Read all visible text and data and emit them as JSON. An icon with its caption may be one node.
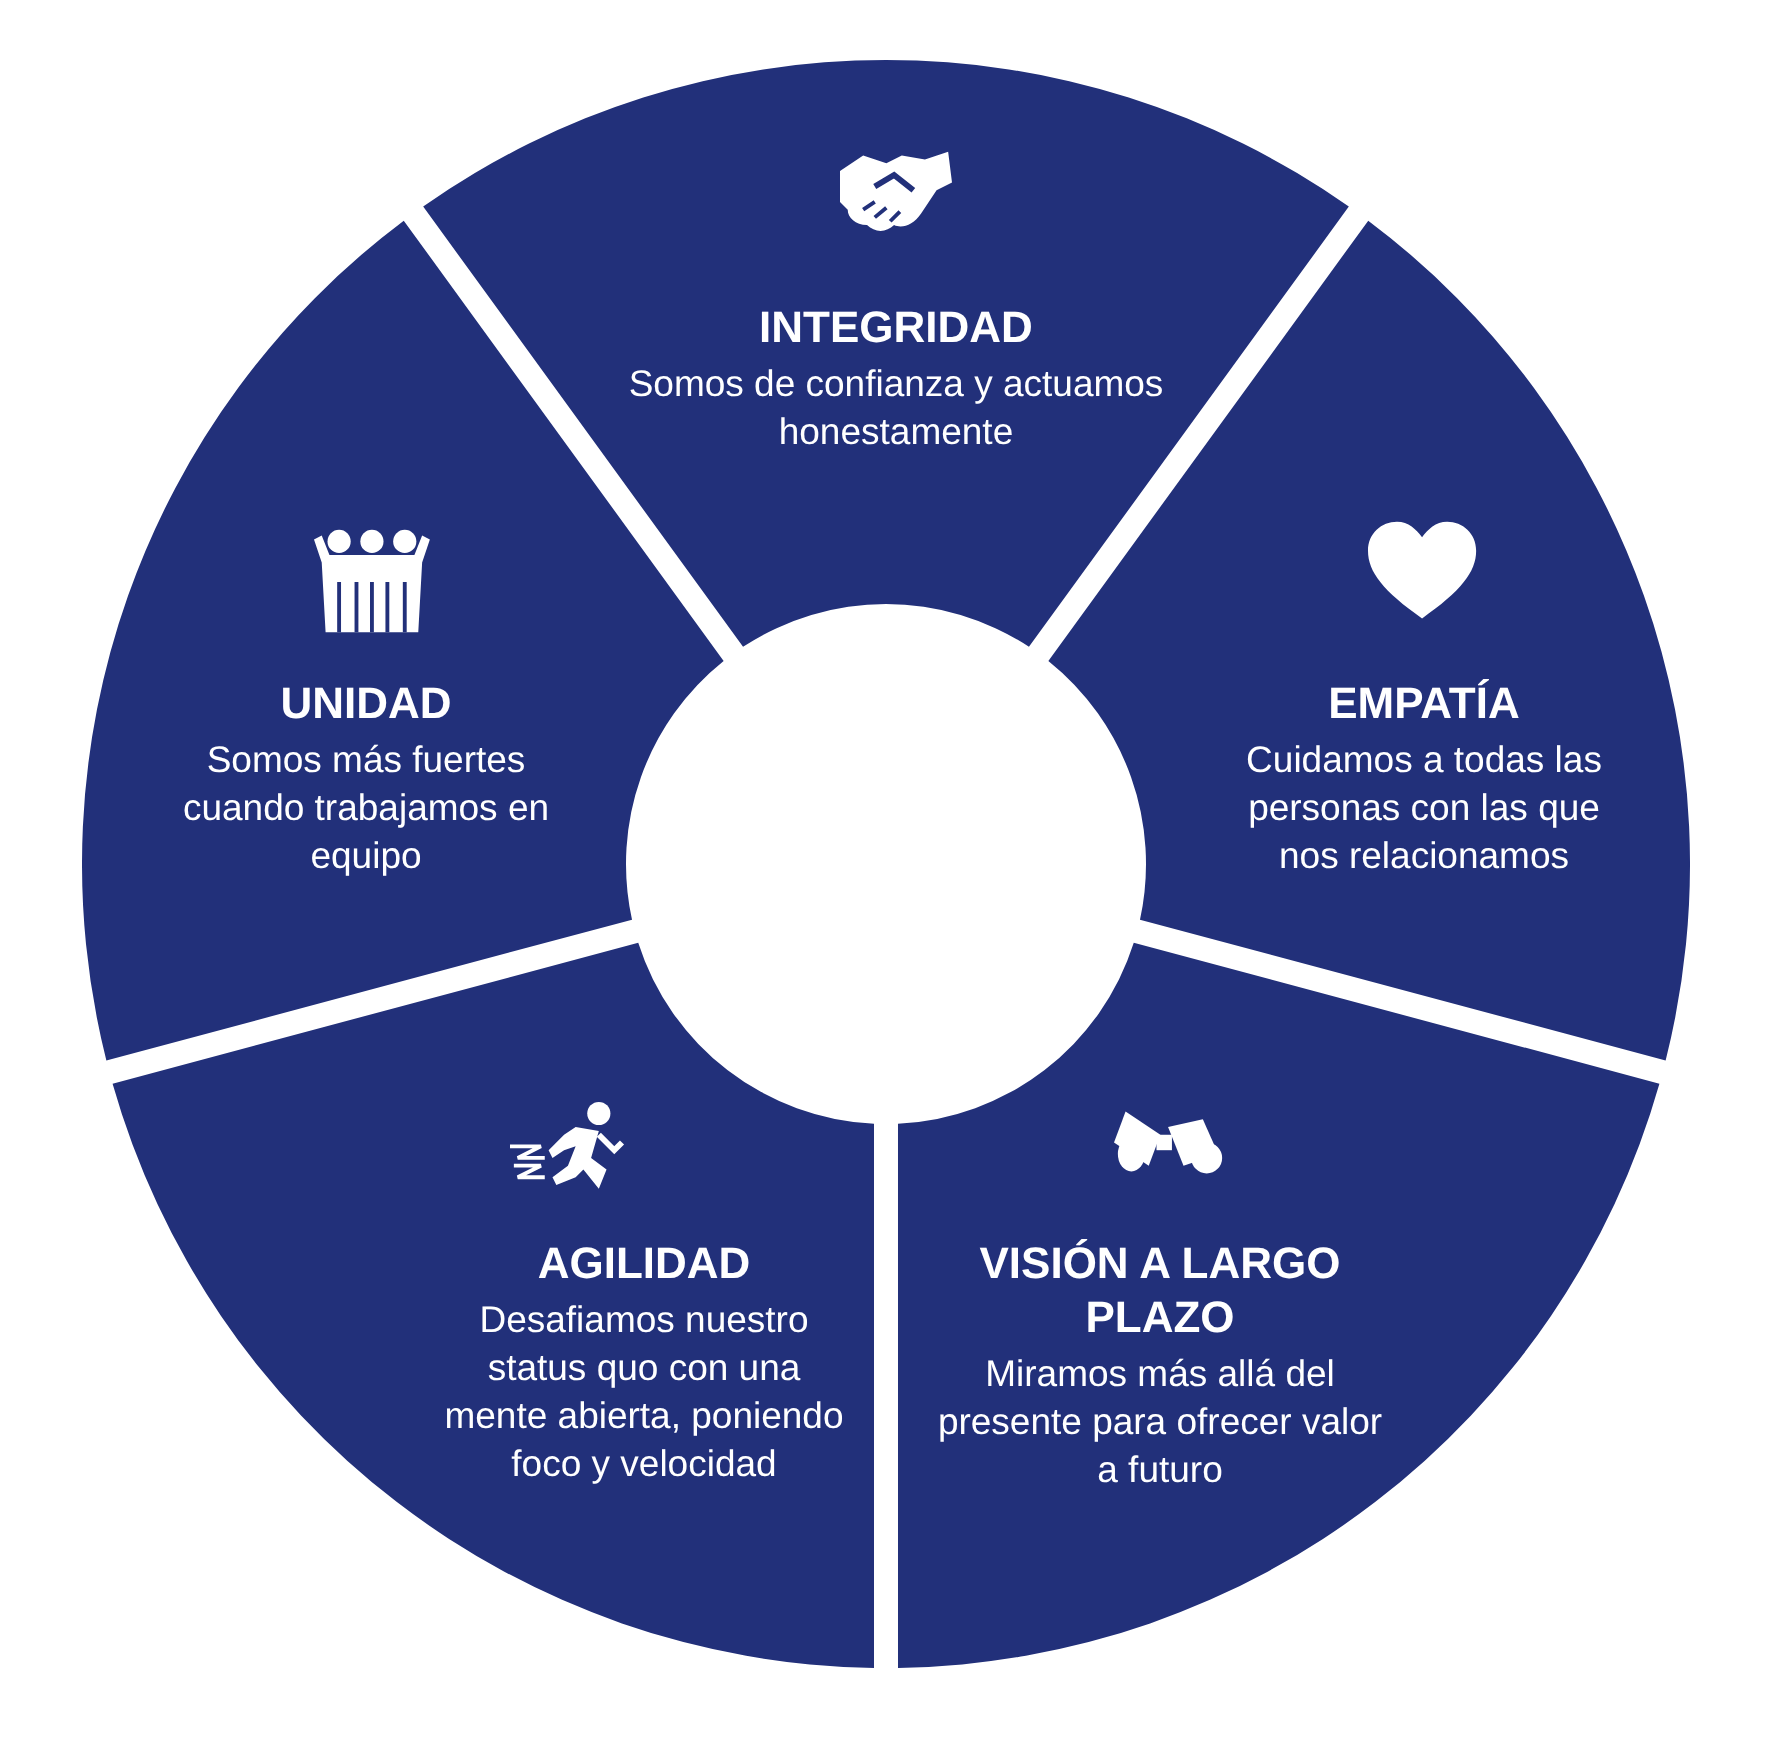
{
  "diagram": {
    "nodes": [
      {
        "text": [
          "INTEGRIDAD",
          "Somos de confianza y actuamos honestamente"
        ]
      },
      {
        "text": [
          "EMPATÍA",
          "Cuidamos a todas las personas con las que nos relacionamos"
        ]
      },
      {
        "text": [
          "VISIÓN A LARGO PLAZO",
          "Miramos más allá del presente para ofrecer valor a futuro"
        ]
      },
      {
        "text": [
          "AGILIDAD",
          "Desafiamos nuestro status quo con una mente abierta, poniendo foco y velocidad"
        ]
      },
      {
        "text": [
          "UNIDAD",
          "Somos más fuertes cuando trabajamos en equipo"
        ]
      }
    ],
    "edges": []
  }
}
